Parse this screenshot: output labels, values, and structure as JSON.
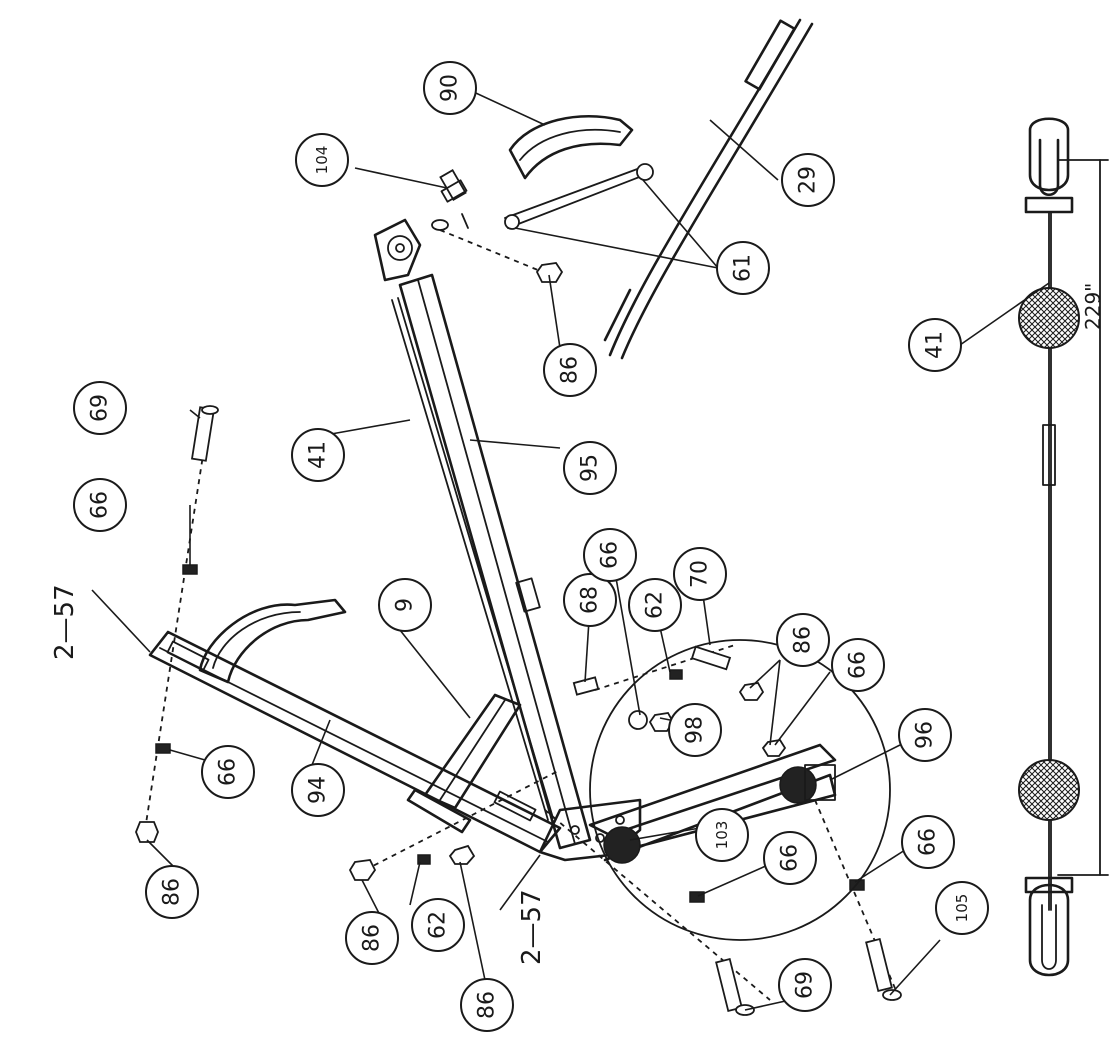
{
  "callouts": {
    "c104": "104",
    "c90": "90",
    "c29": "29",
    "c61": "61",
    "c86_top": "86",
    "c41_main": "41",
    "c95": "95",
    "c69_top": "69",
    "c66_top": "66",
    "c9": "9",
    "c68": "68",
    "c66_mid": "66",
    "c62_mid": "62",
    "c70": "70",
    "c86_right": "86",
    "c66_right": "66",
    "c96": "96",
    "c98": "98",
    "c103": "103",
    "c66_low": "66",
    "c66_bottom_right": "66",
    "c105": "105",
    "c69_bottom": "69",
    "c94": "94",
    "c66_left": "66",
    "c86_left": "86",
    "c62_left": "62",
    "c86_bottom_left": "86",
    "c86_far_left": "86",
    "c41_detail": "41"
  },
  "labels": {
    "l2_57_top": "2—57",
    "l2_57_bottom": "2—57"
  },
  "dimension": {
    "cable_length": "229\""
  }
}
